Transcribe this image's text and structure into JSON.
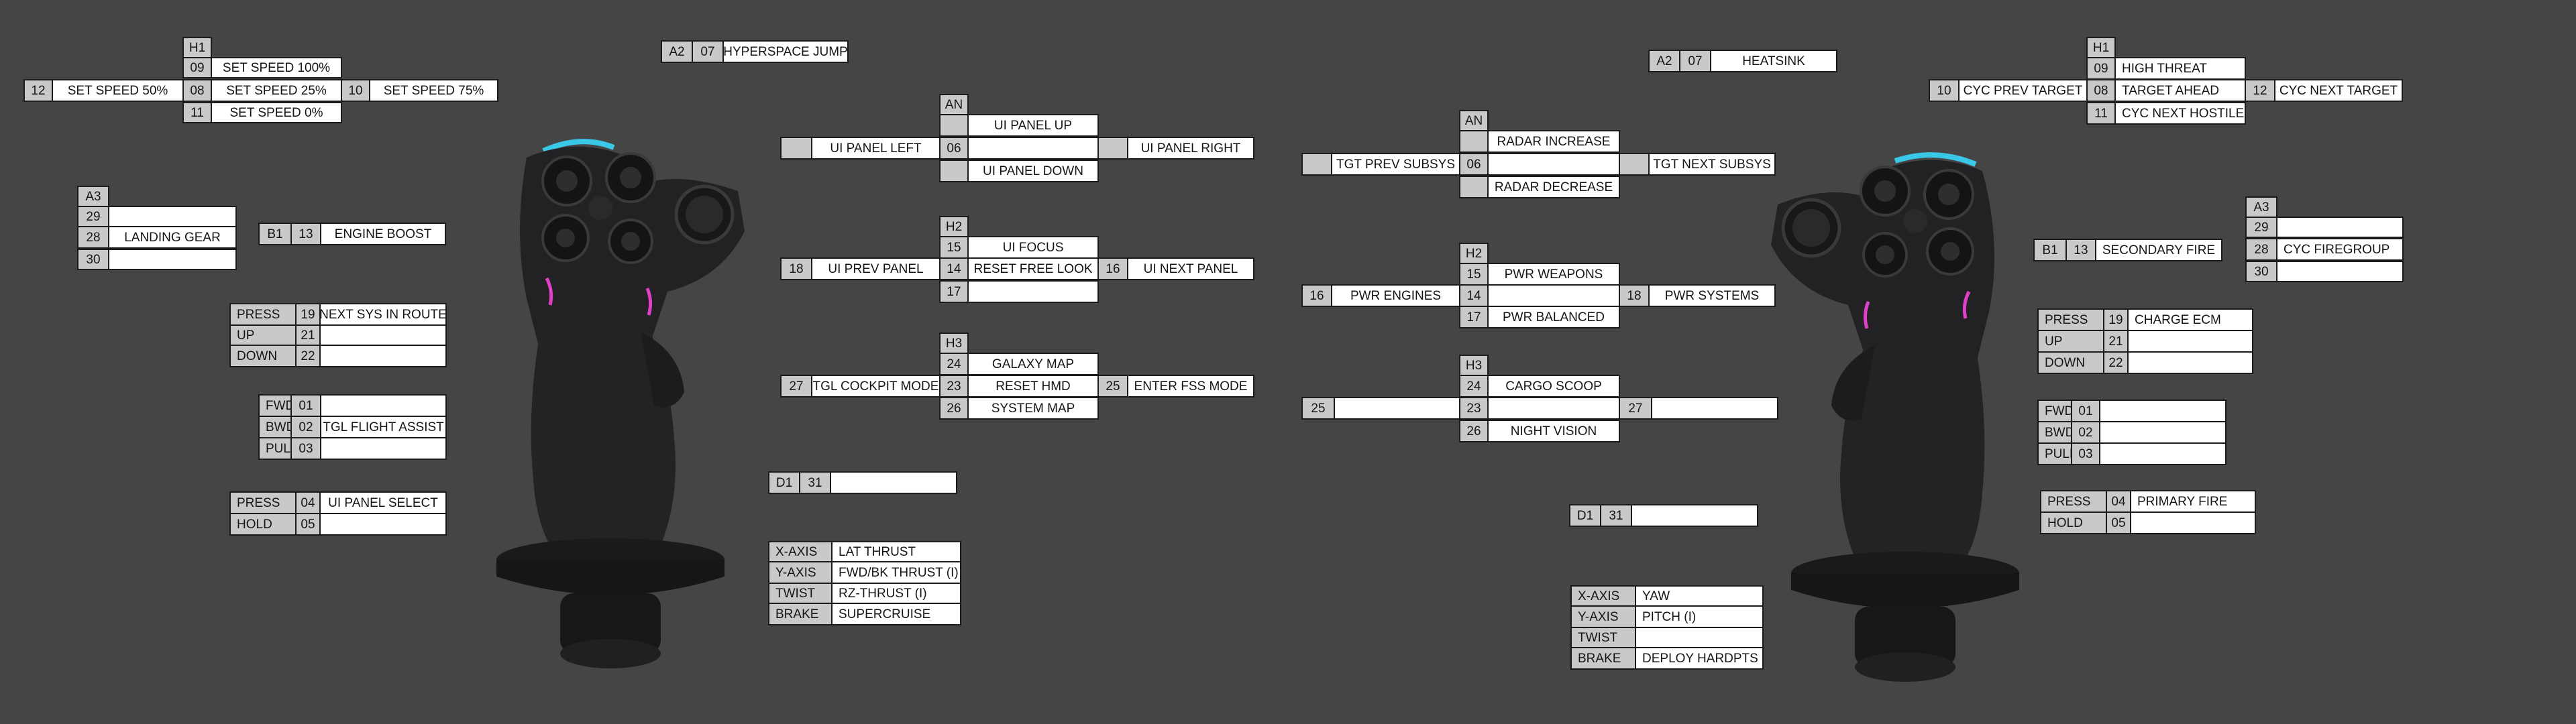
{
  "colors": {
    "background": "#454545",
    "label_cell": "#c9c9c9",
    "text_cell": "#ffffff",
    "border": "#1b1b1b",
    "stick_body": "#202022",
    "led_blue": "#39c8e8",
    "led_magenta": "#e040c8"
  },
  "left_stick": {
    "h1": {
      "header": "H1",
      "up_id": "09",
      "up": "SET SPEED 100%",
      "center_id": "08",
      "center": "SET SPEED 25%",
      "down_id": "11",
      "down": "SET SPEED 0%",
      "left_id": "12",
      "left": "SET SPEED 50%",
      "right_id": "10",
      "right": "SET SPEED 75%"
    },
    "a3": {
      "header": "A3",
      "r1_id": "29",
      "r1": "",
      "r2_id": "28",
      "r2": "LANDING GEAR",
      "r3_id": "30",
      "r3": ""
    },
    "b1": {
      "label": "B1",
      "id": "13",
      "value": "ENGINE BOOST"
    },
    "wheel": {
      "press": "PRESS",
      "press_id": "19",
      "press_val": "NEXT SYS IN ROUTE",
      "up": "UP",
      "up_id": "21",
      "up_val": "",
      "down": "DOWN",
      "down_id": "22",
      "down_val": ""
    },
    "trigger": {
      "fwd": "FWD",
      "fwd_id": "01",
      "fwd_val": "",
      "bwd": "BWD",
      "bwd_id": "02",
      "bwd_val": "TGL FLIGHT ASSIST",
      "pull": "PULL",
      "pull_id": "03",
      "pull_val": ""
    },
    "pinky": {
      "press": "PRESS",
      "press_id": "04",
      "press_val": "UI PANEL SELECT",
      "hold": "HOLD",
      "hold_id": "05",
      "hold_val": ""
    },
    "a2": {
      "label": "A2",
      "id": "07",
      "value": "HYPERSPACE JUMP"
    },
    "an": {
      "header": "AN",
      "up": "UI PANEL UP",
      "center_id": "06",
      "center": "",
      "down": "UI PANEL DOWN",
      "left": "UI PANEL LEFT",
      "right": "UI PANEL RIGHT"
    },
    "h2": {
      "header": "H2",
      "up_id": "15",
      "up": "UI FOCUS",
      "center_id": "14",
      "center": "RESET FREE LOOK",
      "down_id": "17",
      "down": "",
      "left_id": "18",
      "left": "UI PREV PANEL",
      "right_id": "16",
      "right": "UI NEXT PANEL"
    },
    "h3": {
      "header": "H3",
      "up_id": "24",
      "up": "GALAXY MAP",
      "center_id": "23",
      "center": "RESET HMD",
      "down_id": "26",
      "down": "SYSTEM MAP",
      "left_id": "27",
      "left": "TGL COCKPIT MODE",
      "right_id": "25",
      "right": "ENTER FSS MODE"
    },
    "d1": {
      "label": "D1",
      "id": "31",
      "value": ""
    },
    "axes": {
      "x_label": "X-AXIS",
      "x_val": "LAT THRUST",
      "y_label": "Y-AXIS",
      "y_val": "FWD/BK THRUST (I)",
      "twist_label": "TWIST",
      "twist_val": "RZ-THRUST (I)",
      "brake_label": "BRAKE",
      "brake_val": "SUPERCRUISE"
    }
  },
  "right_stick": {
    "an": {
      "header": "AN",
      "up": "RADAR INCREASE",
      "center_id": "06",
      "center": "",
      "down": "RADAR DECREASE",
      "left": "TGT PREV SUBSYS",
      "right": "TGT NEXT SUBSYS"
    },
    "h2": {
      "header": "H2",
      "up_id": "15",
      "up": "PWR WEAPONS",
      "center_id": "14",
      "center": "",
      "down_id": "17",
      "down": "PWR BALANCED",
      "left_id": "16",
      "left": "PWR ENGINES",
      "right_id": "18",
      "right": "PWR SYSTEMS"
    },
    "h3": {
      "header": "H3",
      "up_id": "24",
      "up": "CARGO SCOOP",
      "center_id": "23",
      "center": "",
      "down_id": "26",
      "down": "NIGHT VISION",
      "left_id": "25",
      "left": "",
      "right_id": "27",
      "right": ""
    },
    "d1": {
      "label": "D1",
      "id": "31",
      "value": ""
    },
    "axes": {
      "x_label": "X-AXIS",
      "x_val": "YAW",
      "y_label": "Y-AXIS",
      "y_val": "PITCH (I)",
      "twist_label": "TWIST",
      "twist_val": "",
      "brake_label": "BRAKE",
      "brake_val": "DEPLOY HARDPTS"
    },
    "a2": {
      "label": "A2",
      "id": "07",
      "value": "HEATSINK"
    },
    "h1": {
      "header": "H1",
      "up_id": "09",
      "up": "HIGH THREAT",
      "center_id": "08",
      "center": "TARGET AHEAD",
      "down_id": "11",
      "down": "CYC NEXT HOSTILE",
      "left_id": "10",
      "left": "CYC PREV TARGET",
      "right_id": "12",
      "right": "CYC NEXT TARGET"
    },
    "a3": {
      "header": "A3",
      "r1_id": "29",
      "r1": "",
      "r2_id": "28",
      "r2": "CYC FIREGROUP",
      "r3_id": "30",
      "r3": ""
    },
    "b1": {
      "label": "B1",
      "id": "13",
      "value": "SECONDARY FIRE"
    },
    "wheel": {
      "press": "PRESS",
      "press_id": "19",
      "press_val": "CHARGE ECM",
      "up": "UP",
      "up_id": "21",
      "up_val": "",
      "down": "DOWN",
      "down_id": "22",
      "down_val": ""
    },
    "trigger": {
      "fwd": "FWD",
      "fwd_id": "01",
      "fwd_val": "",
      "bwd": "BWD",
      "bwd_id": "02",
      "bwd_val": "",
      "pull": "PULL",
      "pull_id": "03",
      "pull_val": ""
    },
    "pinky": {
      "press": "PRESS",
      "press_id": "04",
      "press_val": "PRIMARY FIRE",
      "hold": "HOLD",
      "hold_id": "05",
      "hold_val": ""
    }
  }
}
